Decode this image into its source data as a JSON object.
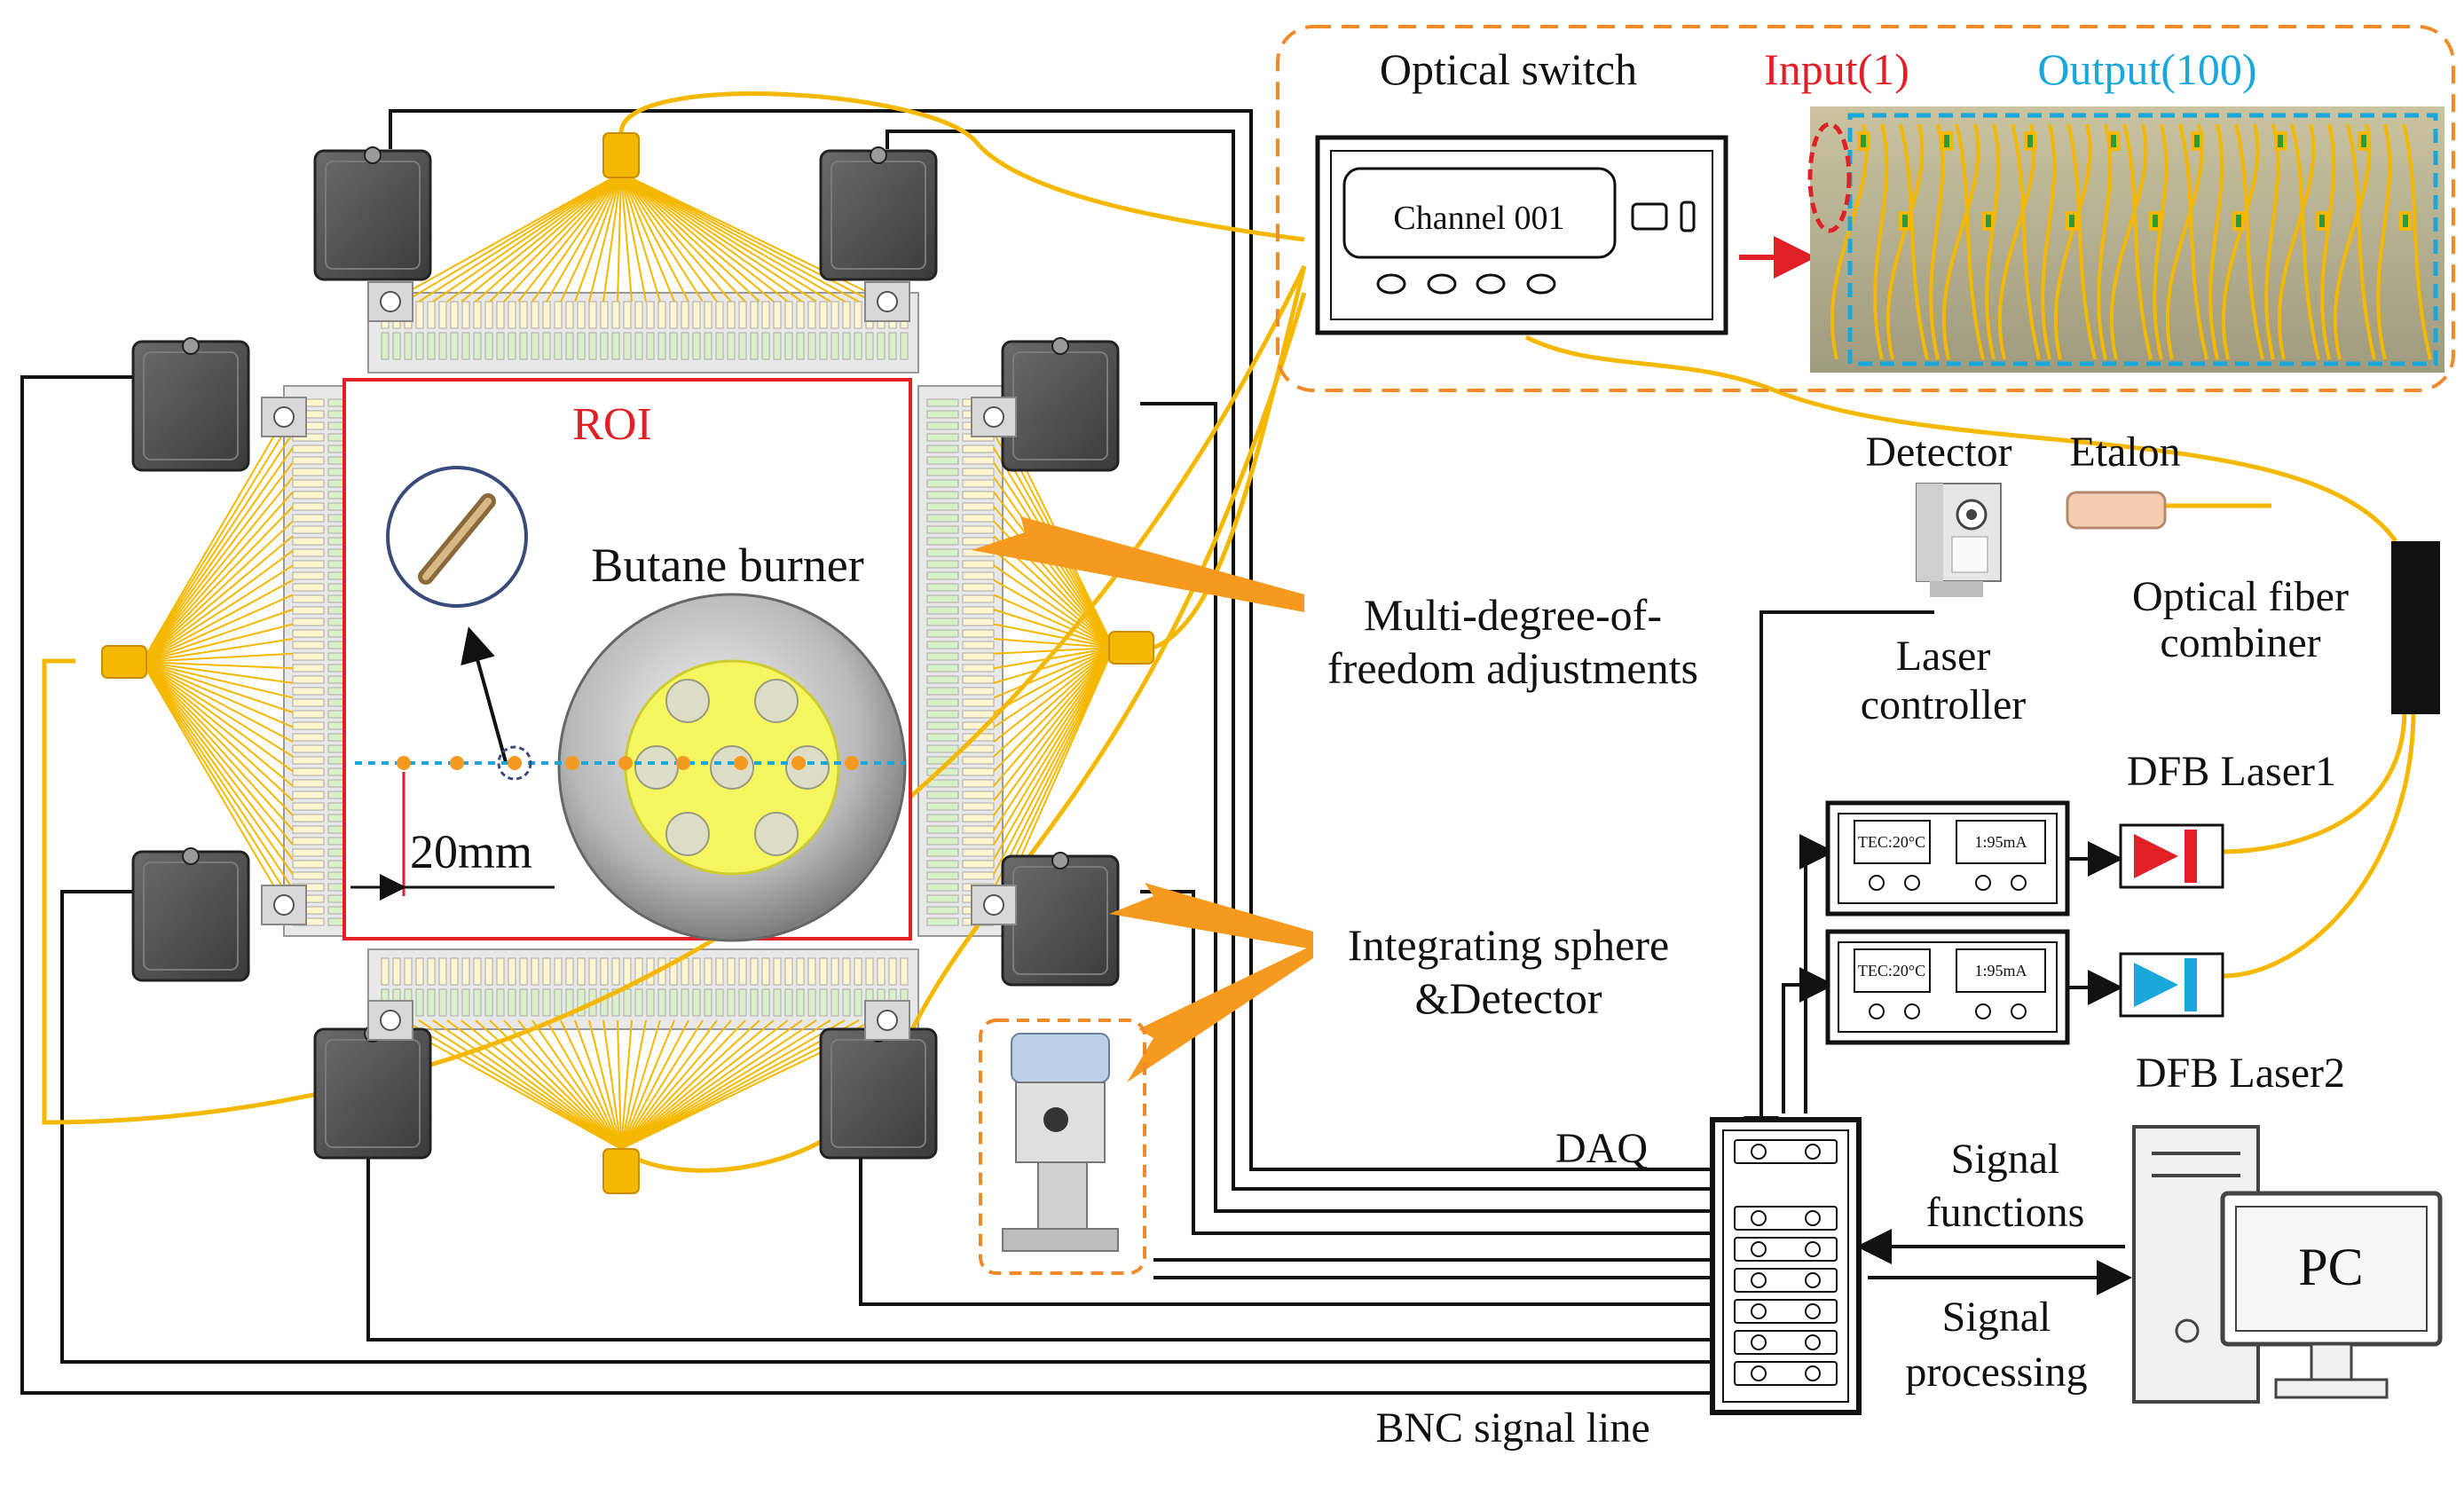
{
  "labels": {
    "optical_switch": "Optical switch",
    "input": "Input(1)",
    "output": "Output(100)",
    "channel": "Channel 001",
    "roi": "ROI",
    "butane_burner": "Butane burner",
    "distance": "20mm",
    "detector": "Detector",
    "etalon": "Etalon",
    "laser_controller_l1": "Laser",
    "laser_controller_l2": "controller",
    "fiber_combiner_l1": "Optical fiber",
    "fiber_combiner_l2": "combiner",
    "multi_dof_l1": "Multi-degree-of-",
    "multi_dof_l2": "freedom adjustments",
    "integrating_l1": "Integrating sphere",
    "integrating_l2": "&Detector",
    "dfb_laser1": "DFB Laser1",
    "dfb_laser2": "DFB Laser2",
    "tec_readout": "TEC:20°C",
    "current_readout": "1:95mA",
    "daq": "DAQ",
    "signal_functions_l1": "Signal",
    "signal_functions_l2": "functions",
    "signal_processing_l1": "Signal",
    "signal_processing_l2": "processing",
    "pc": "PC",
    "bnc_signal_line": "BNC signal line"
  },
  "colors": {
    "fiber": "#f5b800",
    "signal_line": "#111111",
    "arrow": "#f59a1f",
    "roi": "#e01f26",
    "input_label": "#e01f26",
    "output_label": "#1aa7d9",
    "dashed_box": "#ee8a2a",
    "laser1": "#e01f26",
    "laser2": "#1aa7d9",
    "module": "#4a4a4a"
  }
}
